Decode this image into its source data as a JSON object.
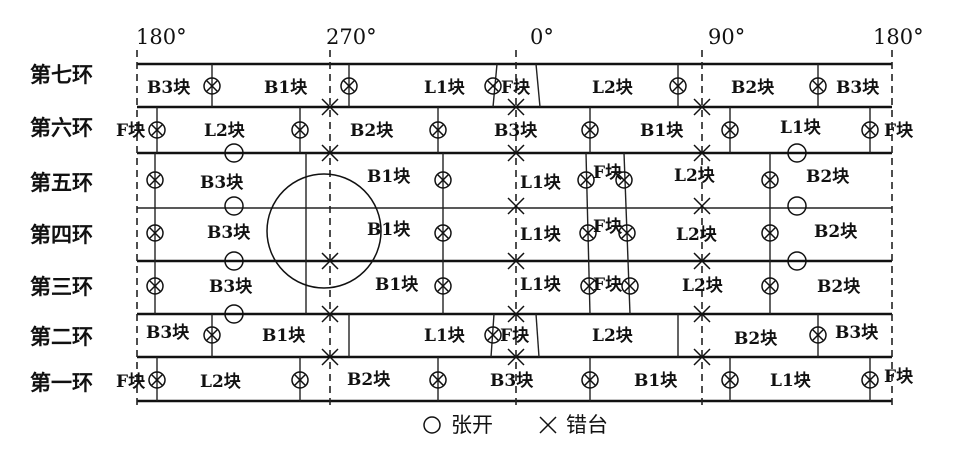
{
  "angles": [
    "180°",
    "270°",
    "0°",
    "90°",
    "180°"
  ],
  "rings": [
    "第七环",
    "第六环",
    "第五环",
    "第四环",
    "第三环",
    "第二环",
    "第一环"
  ],
  "blocks": {
    "r7": [
      "B3块",
      "B1块",
      "L1块",
      "F块",
      "L2块",
      "B2块",
      "B3块"
    ],
    "r6": [
      "F块",
      "L2块",
      "B2块",
      "B3块",
      "B1块",
      "L1块",
      "F块"
    ],
    "r5": [
      "B3块",
      "B1块",
      "L1块",
      "F块",
      "L2块",
      "B2块"
    ],
    "r4": [
      "B3块",
      "B1块",
      "L1块",
      "F块",
      "L2块",
      "B2块"
    ],
    "r3": [
      "B3块",
      "B1块",
      "L1块",
      "F块",
      "L2块",
      "B2块"
    ],
    "r2": [
      "B3块",
      "B1块",
      "L1块",
      "F块",
      "L2块",
      "B2块",
      "B3块"
    ],
    "r1": [
      "F块",
      "L2块",
      "B2块",
      "B3块",
      "B1块",
      "L1块",
      "F块"
    ]
  },
  "legend": {
    "open_label": "张开",
    "offset_label": "错台"
  }
}
